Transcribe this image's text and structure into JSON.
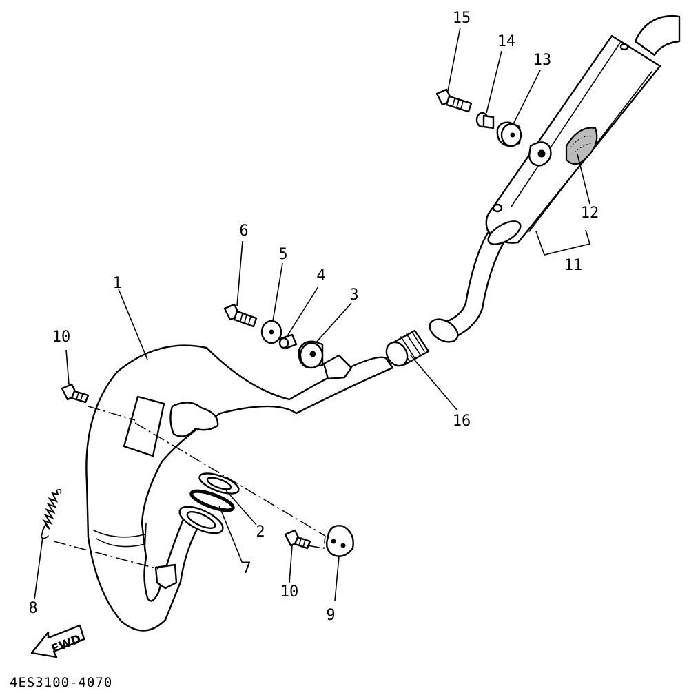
{
  "callouts": {
    "p1": "1",
    "p2": "2",
    "p3": "3",
    "p4": "4",
    "p5": "5",
    "p6": "6",
    "p7": "7",
    "p8": "8",
    "p9": "9",
    "p10a": "10",
    "p10b": "10",
    "p11": "11",
    "p12": "12",
    "p13": "13",
    "p14": "14",
    "p15": "15",
    "p16": "16"
  },
  "fwd_label": "FWD",
  "diagram_code": "4ES3100-4070"
}
